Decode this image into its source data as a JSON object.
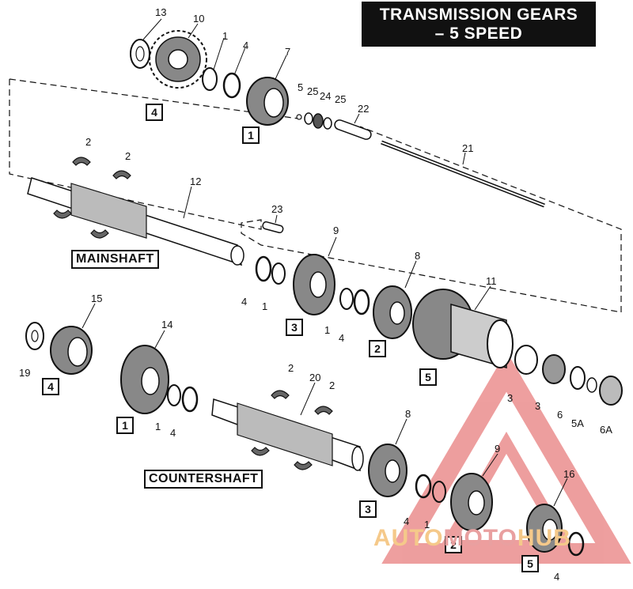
{
  "title": {
    "line1": "TRANSMISSION GEARS",
    "line2": "– 5 SPEED"
  },
  "labels": {
    "mainshaft": "MAINSHAFT",
    "countershaft": "COUNTERSHAFT"
  },
  "callouts": {
    "c13": "13",
    "c10": "10",
    "c1a": "1",
    "c4a": "4",
    "c7": "7",
    "c5a": "5",
    "c25a": "25",
    "c24": "24",
    "c25b": "25",
    "c22": "22",
    "c21": "21",
    "c2a": "2",
    "c2b": "2",
    "c12": "12",
    "c23": "23",
    "c9a": "9",
    "c8a": "8",
    "c4b": "4",
    "c1b": "1",
    "c1c": "1",
    "c4c": "4",
    "c11": "11",
    "c15": "15",
    "c19": "19",
    "c14": "14",
    "c1d": "1",
    "c4d": "4",
    "c2c": "2",
    "c20": "20",
    "c2d": "2",
    "c3a": "3",
    "c3b": "3",
    "c6": "6",
    "c5b": "5A",
    "c6b": "6A",
    "c8b": "8",
    "c9b": "9",
    "c4e": "4",
    "c1e": "1",
    "c16": "16",
    "c4f": "4"
  },
  "boxes": {
    "b4a": "4",
    "b1a": "1",
    "b3a": "3",
    "b2a": "2",
    "b5a": "5",
    "b4b": "4",
    "b1b": "1",
    "b3b": "3",
    "b2b": "2",
    "b5b": "5"
  },
  "watermark": {
    "part1": "AUTO",
    "part2": "MOTO",
    "part3": "HUB"
  },
  "colors": {
    "ink": "#111111",
    "watermark_red": "#e05050",
    "watermark_orange": "#f0a030"
  }
}
